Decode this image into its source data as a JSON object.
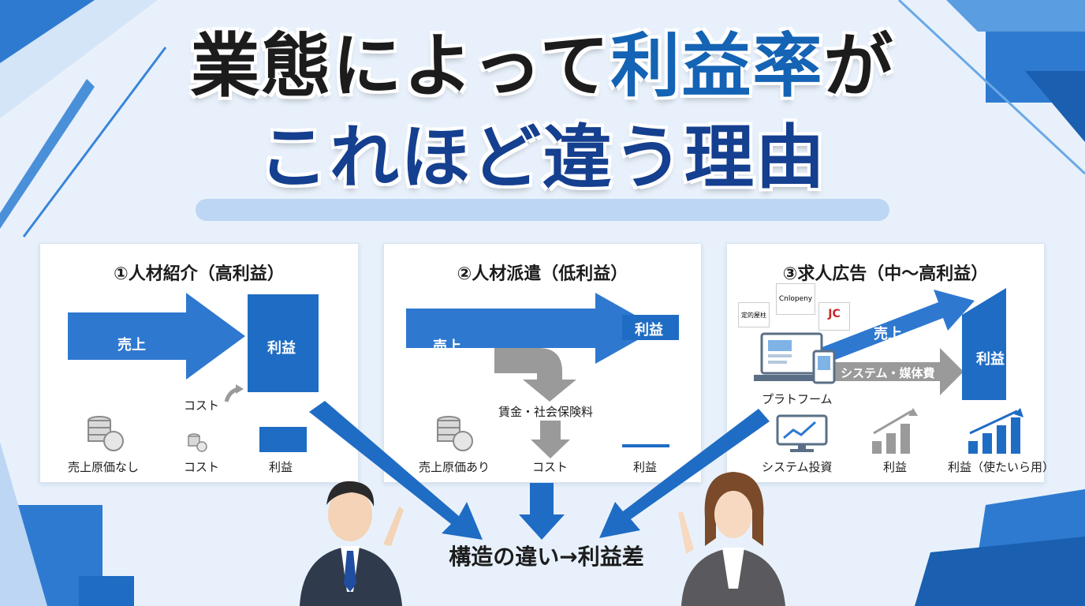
{
  "title": {
    "line1_prefix": "業態によって",
    "line1_highlight": "利益率",
    "line1_suffix": "が",
    "line2": "これほど違う理由"
  },
  "panels": [
    {
      "title": "①人材紹介（高利益）",
      "arrow_label": "売上",
      "profit_label": "利益",
      "cost_label": "コスト",
      "legend": [
        "売上原価なし",
        "コスト",
        "利益"
      ]
    },
    {
      "title": "②人材派遣（低利益）",
      "arrow_label": "売上",
      "profit_label": "利益",
      "cost_flow_label": "賃金・社会保険料",
      "legend": [
        "売上原価あり",
        "コスト",
        "利益"
      ]
    },
    {
      "title": "③求人広告（中〜高利益）",
      "sales_label": "売上",
      "system_label": "システム・媒体費",
      "profit_label": "利益",
      "platform_label": "プラトフーム",
      "logos": [
        "定的屋柱",
        "Cnlopeny",
        "JC"
      ],
      "legend": [
        "システム投資",
        "利益",
        "利益（使たいら用）"
      ]
    }
  ],
  "conclusion": "構造の違い→利益差",
  "colors": {
    "primary": "#1f6cc4",
    "dark_title": "#153f8f",
    "gray": "#9a9a9a"
  }
}
